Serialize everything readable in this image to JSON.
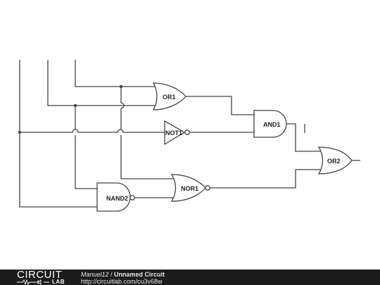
{
  "gates": {
    "or1": "OR1",
    "and1": "AND1",
    "not1": "NOT1",
    "or2": "OR2",
    "nor1": "NOR1",
    "nand2": "NAND2"
  },
  "footer": {
    "brand_top": "CIRCUIT",
    "brand_bottom": "LAB",
    "author": "Manuel12",
    "separator": " / ",
    "title": "Unnamed Circuit",
    "url": "http://circuitlab.com/cu3v68w"
  },
  "colors": {
    "wire": "#444444",
    "footer_bg": "#1c1c1c",
    "background": "#ffffff"
  }
}
